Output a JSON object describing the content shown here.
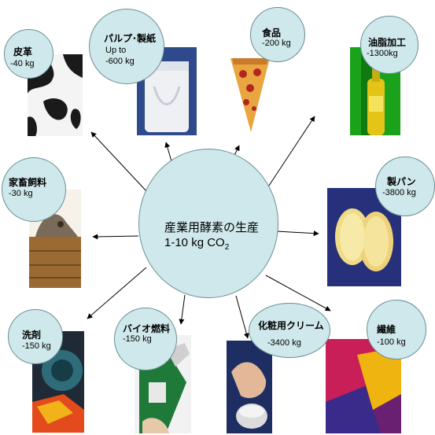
{
  "center": {
    "title": "産業用酵素の生産",
    "value": "1-10 kg CO",
    "subscript": "2"
  },
  "items": [
    {
      "name": "皮革",
      "value": "-40 kg"
    },
    {
      "name": "パルプ･製紙",
      "value_line1": "Up to",
      "value_line2": "-600 kg"
    },
    {
      "name": "食品",
      "value": "-200 kg"
    },
    {
      "name": "油脂加工",
      "value": "-1300kg"
    },
    {
      "name": "家畜飼料",
      "value": "-30 kg"
    },
    {
      "name": "製パン",
      "value": "-3800 kg"
    },
    {
      "name": "洗剤",
      "value": "-150 kg"
    },
    {
      "name": "バイオ燃料",
      "value": "-150 kg"
    },
    {
      "name": "化粧用クリーム",
      "value": "-3400 kg"
    },
    {
      "name": "繊維",
      "value": "-100 kg"
    }
  ],
  "colors": {
    "bubble_fill": "#cfe8eb",
    "bubble_stroke": "#6a8f94",
    "arrow": "#000000"
  }
}
